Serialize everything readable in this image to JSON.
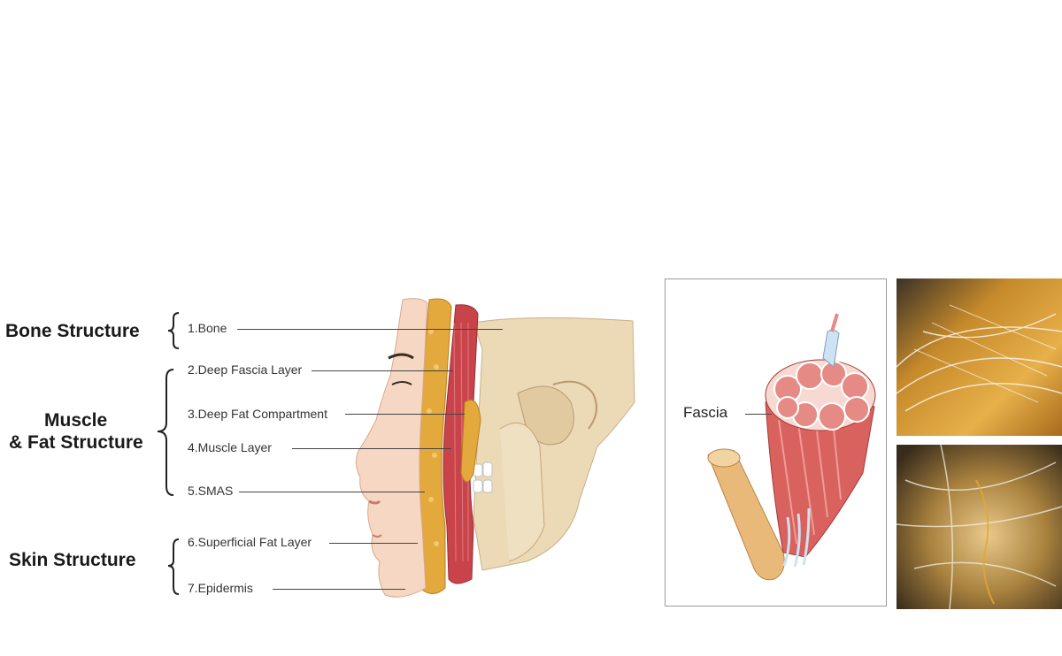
{
  "groups": {
    "bone": "Bone Structure",
    "muscle_fat_line1": "Muscle",
    "muscle_fat_line2": "& Fat Structure",
    "skin": "Skin Structure"
  },
  "layers": [
    "1.Bone",
    "2.Deep Fascia Layer",
    "3.Deep Fat Compartment",
    "4.Muscle Layer",
    "5.SMAS",
    "6.Superficial Fat Layer",
    "7.Epidermis"
  ],
  "fascia_label": "Fascia",
  "colors": {
    "bone": "#ecd9b6",
    "muscle": "#c9444a",
    "fat": "#e3a93c",
    "skin": "#f6d7c3",
    "text": "#1a1a1a"
  }
}
